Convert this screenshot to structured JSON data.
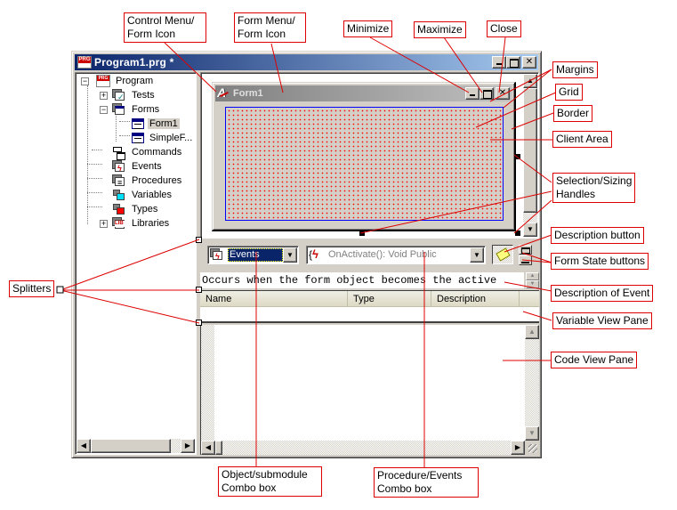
{
  "window": {
    "title": "Program1.prg *",
    "icon": "prg-icon",
    "caption_buttons": [
      "minimize",
      "maximize",
      "close"
    ]
  },
  "tree": {
    "items": [
      {
        "label": "Program",
        "icon": "prg-icon",
        "expander": "−",
        "level": 0
      },
      {
        "label": "Tests",
        "icon": "tests-icon",
        "expander": "+",
        "level": 1
      },
      {
        "label": "Forms",
        "icon": "forms-icon",
        "expander": "−",
        "level": 1
      },
      {
        "label": "Form1",
        "icon": "form-icon",
        "level": 2,
        "selected": true
      },
      {
        "label": "SimpleF...",
        "icon": "form-icon",
        "level": 2
      },
      {
        "label": "Commands",
        "icon": "commands-icon",
        "level": 1
      },
      {
        "label": "Events",
        "icon": "events-icon",
        "level": 1
      },
      {
        "label": "Procedures",
        "icon": "procedures-icon",
        "level": 1
      },
      {
        "label": "Variables",
        "icon": "variables-icon",
        "level": 1
      },
      {
        "label": "Types",
        "icon": "types-icon",
        "level": 1
      },
      {
        "label": "Libraries",
        "icon": "libraries-icon",
        "expander": "+",
        "level": 1
      }
    ]
  },
  "designer": {
    "form_title": "Form1",
    "grid_color": "#ff0000",
    "client_border_color": "#0000ff"
  },
  "object_combo": {
    "value": "Events"
  },
  "procedure_combo": {
    "value": "OnActivate(): Void Public"
  },
  "description_text": "Occurs when the form object becomes the active",
  "variable_view": {
    "columns": [
      "Name",
      "Type",
      "Description"
    ]
  },
  "callouts": {
    "control_menu": "Control Menu/\nForm Icon",
    "control_menu_l1": "Control Menu/",
    "control_menu_l2": "Form Icon",
    "form_menu_l1": "Form Menu/",
    "form_menu_l2": "Form Icon",
    "minimize": "Minimize",
    "maximize": "Maximize",
    "close": "Close",
    "margins": "Margins",
    "grid": "Grid",
    "border": "Border",
    "client_area": "Client Area",
    "selection_l1": "Selection/Sizing",
    "selection_l2": "Handles",
    "description_button": "Description button",
    "form_state_buttons": "Form State buttons",
    "description_of_event": "Description of Event",
    "variable_view_pane": "Variable View Pane",
    "code_view_pane": "Code View Pane",
    "splitters": "Splitters",
    "object_combo_l1": "Object/submodule",
    "object_combo_l2": "Combo box",
    "procedure_combo_l1": "Procedure/Events",
    "procedure_combo_l2": "Combo box"
  },
  "colors": {
    "callout_border": "#dd0000",
    "titlebar_active_start": "#0a246a",
    "titlebar_active_end": "#a6caf0",
    "face": "#d4d0c8"
  }
}
